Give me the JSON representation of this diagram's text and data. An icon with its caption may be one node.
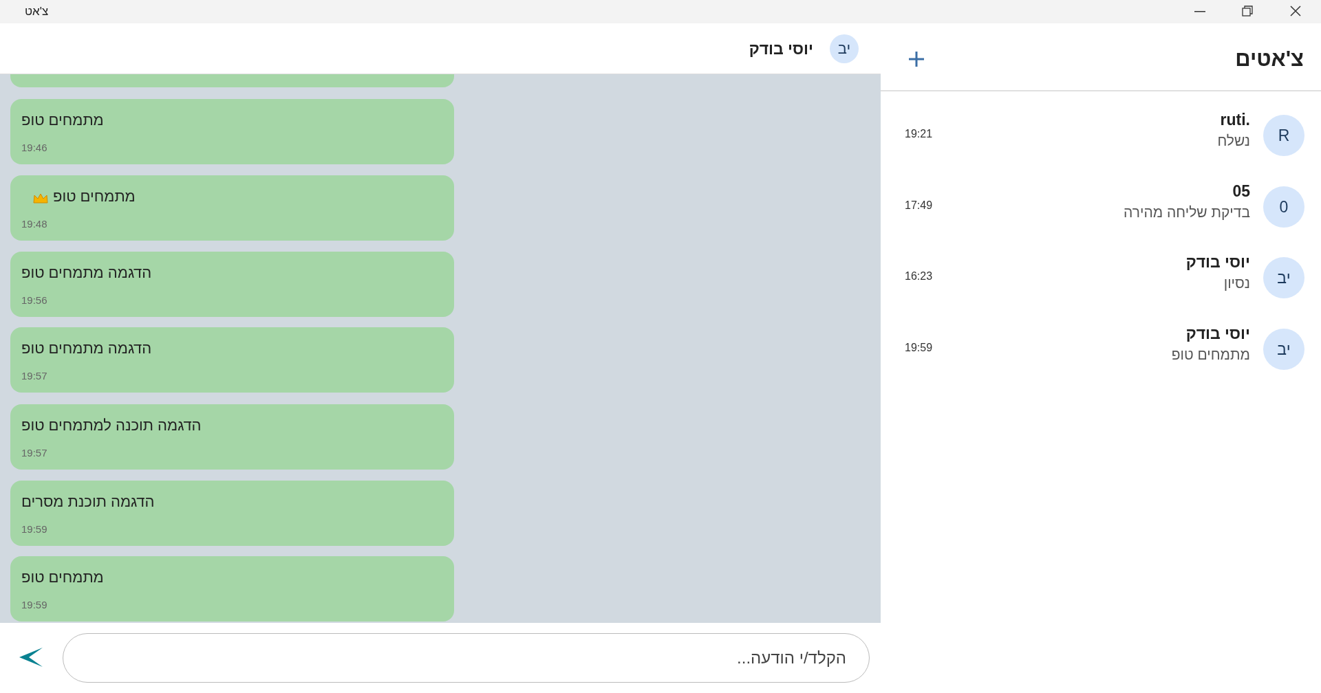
{
  "diagram": {
    "title": "צ'אט",
    "nodes": [
      {
        "text": [
          "יב"
        ]
      },
      {
        "text": [
          "ruti.",
          "נשלח"
        ],
        "beside": [
          "19:21"
        ]
      },
      {
        "text": [
          "05",
          "בדיקת שליחה מהירה"
        ],
        "beside": [
          "17:49"
        ]
      },
      {
        "text": [
          "יוסי בודק",
          "נסיון"
        ],
        "beside": [
          "16:23"
        ]
      },
      {
        "text": [
          "יוסי בודק",
          "מתמחים טופ"
        ],
        "beside": [
          "19:59"
        ]
      },
      {
        "text": [
          "R"
        ],
        "in": 1
      },
      {
        "text": [
          "0"
        ],
        "in": 2
      },
      {
        "text": [
          "יב"
        ],
        "in": 3
      },
      {
        "text": [
          "יב"
        ],
        "in": 4
      },
      {
        "text": [],
        "shape": "box"
      },
      {
        "text": [
          "מתמחים טופ",
          "19:46"
        ]
      },
      {
        "text": [
          "מתמחים טופ",
          "19:48"
        ]
      },
      {
        "text": [
          "הדגמה מתמחים טופ",
          "19:56"
        ]
      },
      {
        "text": [
          "הדגמה מתמחים טופ",
          "19:57"
        ]
      },
      {
        "text": [
          "הדגמה תוכנה למתמחים טופ",
          "19:57"
        ]
      },
      {
        "text": [
          "הדגמה תוכנת מסרים",
          "19:59"
        ]
      },
      {
        "text": [
          "מתמחים טופ",
          "19:59"
        ]
      }
    ],
    "labels": [
      "צ'אטים",
      "יוסי בודק",
      "הקלד/י הודעה..."
    ]
  }
}
